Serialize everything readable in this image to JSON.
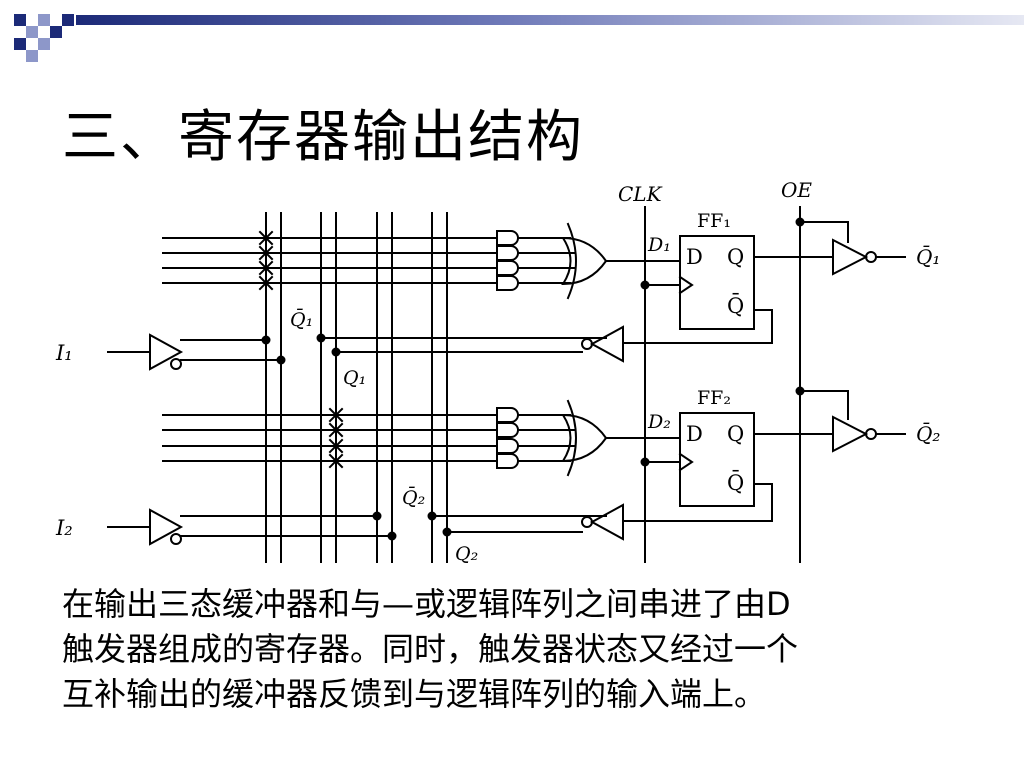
{
  "slide": {
    "title": "三、寄存器输出结构",
    "body_lines": [
      "在输出三态缓冲器和与—或逻辑阵列之间串进了由D",
      "触发器组成的寄存器。同时，触发器状态又经过一个",
      "互补输出的缓冲器反馈到与逻辑阵列的输入端上。"
    ]
  },
  "diagram": {
    "signals": {
      "clk": "CLK",
      "oe": "OE",
      "in1": "I₁",
      "in2": "I₂",
      "d1": "D₁",
      "d2": "D₂",
      "q1_fb": "Q₁",
      "q1bar_fb": "Q̄₁",
      "q2_fb": "Q₂",
      "q2bar_fb": "Q̄₂",
      "out1": "Q̄₁",
      "out2": "Q̄₂"
    },
    "flipflops": [
      {
        "name": "FF₁",
        "d": "D",
        "q": "Q",
        "qbar": "Q̄"
      },
      {
        "name": "FF₂",
        "d": "D",
        "q": "Q",
        "qbar": "Q̄"
      }
    ]
  },
  "theme": {
    "header_gradient": [
      "#1c2a78",
      "#6e79b8",
      "#e6e8f3"
    ],
    "square_dark": "#1c2a78",
    "square_light": "#8d97c9"
  }
}
